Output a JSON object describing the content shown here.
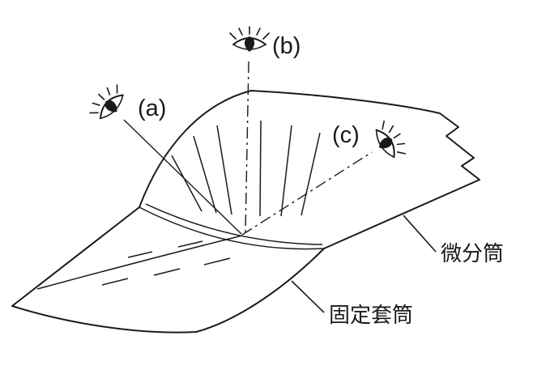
{
  "diagram": {
    "description": "micrometer reading viewpoints",
    "viewpoints": [
      {
        "id": "a",
        "label": "(a)",
        "icon": "eye-icon",
        "line_style": "solid"
      },
      {
        "id": "b",
        "label": "(b)",
        "icon": "eye-icon",
        "line_style": "dash-dot"
      },
      {
        "id": "c",
        "label": "(c)",
        "icon": "eye-icon",
        "line_style": "dash-dot"
      }
    ],
    "part_labels": {
      "thimble": "微分筒",
      "sleeve": "固定套筒"
    },
    "colors": {
      "surface_fill": "#CEDAED",
      "line": "#1A1A1A",
      "background": "#FFFFFF"
    }
  }
}
